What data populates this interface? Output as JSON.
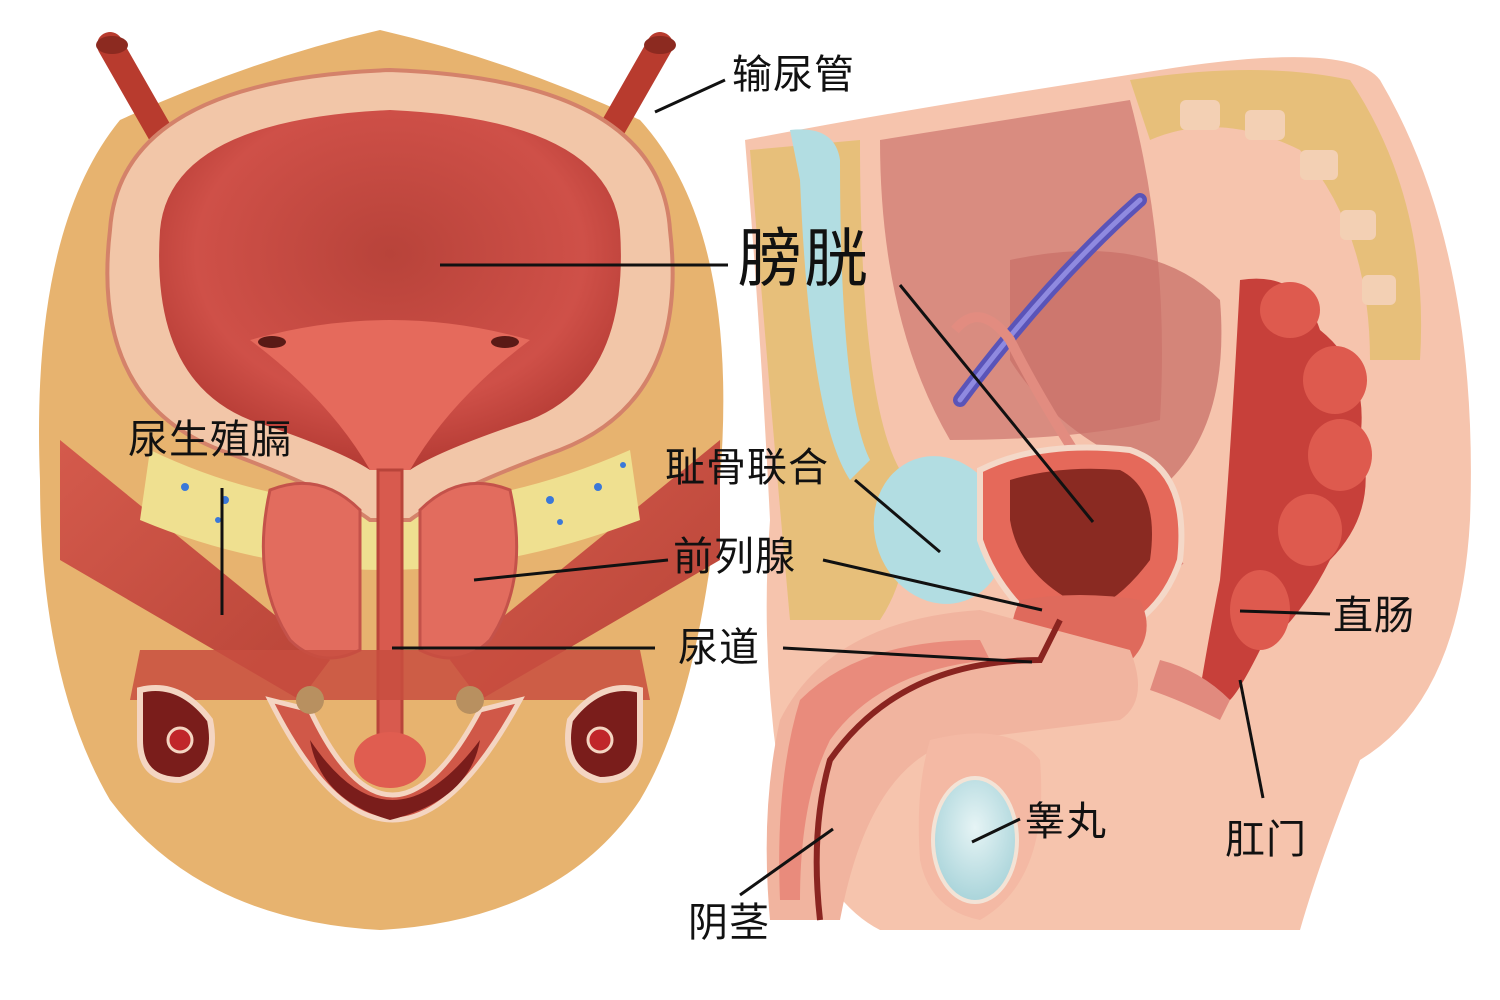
{
  "labels": {
    "ureter": "输尿管",
    "bladder": "膀胱",
    "urogenital_diaphragm": "尿生殖膈",
    "pubic_symphysis": "耻骨联合",
    "prostate": "前列腺",
    "urethra": "尿道",
    "rectum": "直肠",
    "testis": "睾丸",
    "anus": "肛门",
    "penis": "阴茎"
  }
}
